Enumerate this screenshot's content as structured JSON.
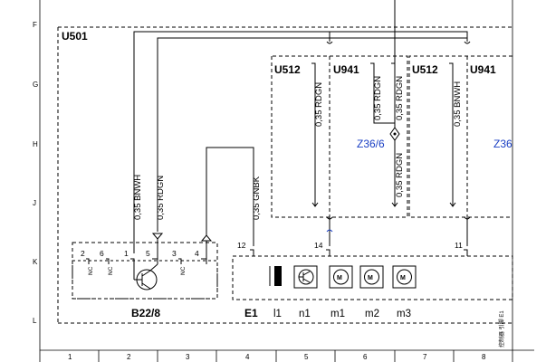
{
  "grid": {
    "rows": [
      "F",
      "G",
      "H",
      "J",
      "K",
      "L"
    ],
    "columns": [
      "1",
      "2",
      "3",
      "4",
      "5",
      "6",
      "7",
      "8"
    ]
  },
  "units": {
    "main": "U501",
    "sub1_left": "U512",
    "sub1_right": "U941",
    "sub2_left": "U512",
    "sub2_right": "U941"
  },
  "wires": {
    "w1": "0,35 BNWH",
    "w2": "0,35 RDGN",
    "w3": "0,35 GNBK",
    "w4": "0,35 RDGN",
    "w5": "0,35 RDGN",
    "w6": "0,35 RDGN",
    "w7": "0,35 BNWH"
  },
  "splices": {
    "s1": "Z36/6",
    "s2": "Z36"
  },
  "connector_b22": {
    "pins": [
      "2",
      "6",
      "1",
      "5",
      "3",
      "4"
    ],
    "nc": [
      "NC",
      "NC",
      "NC"
    ],
    "name": "B22/8"
  },
  "connector_e1": {
    "pins": [
      "12",
      "14",
      "11"
    ],
    "name": "E1",
    "labels": [
      "l1",
      "n1",
      "m1",
      "m2",
      "m3"
    ]
  },
  "side_text": "控制器 引脚 E1"
}
